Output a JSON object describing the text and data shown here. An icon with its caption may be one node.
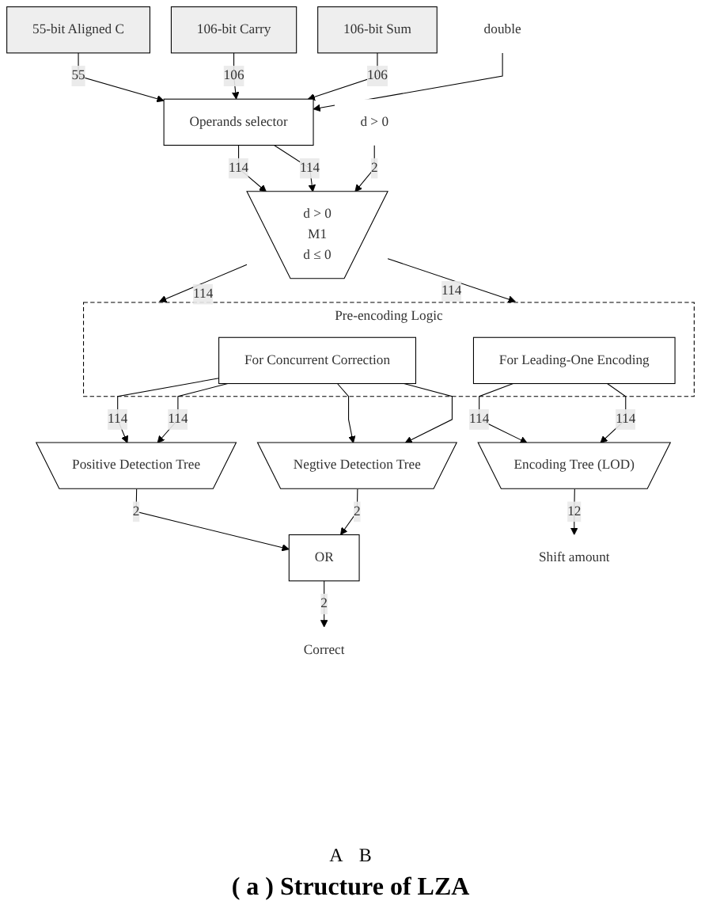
{
  "diagram": {
    "caption": "( a ) Structure of LZA",
    "nodes": [
      {
        "text": [
          "55-bit Aligned C"
        ]
      },
      {
        "text": [
          "106-bit Carry"
        ]
      },
      {
        "text": [
          "106-bit Sum"
        ]
      },
      {
        "text": [
          "double"
        ]
      },
      {
        "text": [
          "Operands selector"
        ]
      },
      {
        "text": [
          "d > 0"
        ]
      },
      {
        "text": [
          "d > 0",
          "M1",
          "d ≤ 0"
        ]
      },
      {
        "text": [
          "Pre-encoding Logic"
        ]
      },
      {
        "text": [
          "For Concurrent Correction"
        ],
        "in": 7
      },
      {
        "text": [
          "For Leading-One Encoding"
        ],
        "in": 7
      },
      {
        "text": [
          "Positive Detection Tree"
        ]
      },
      {
        "text": [
          "Negtive Detection Tree"
        ]
      },
      {
        "text": [
          "Encoding Tree (LOD)"
        ]
      },
      {
        "text": [
          "OR"
        ]
      },
      {
        "text": [
          "Correct"
        ]
      },
      {
        "text": [
          "Shift amount"
        ]
      }
    ],
    "edges": [
      {
        "from": 0,
        "to": 4,
        "arrow": "to",
        "label": "55"
      },
      {
        "from": 1,
        "to": 4,
        "arrow": "to",
        "label": "106"
      },
      {
        "from": 2,
        "to": 4,
        "arrow": "to",
        "label": "106"
      },
      {
        "from": 3,
        "to": 4,
        "arrow": "to"
      },
      {
        "from": 4,
        "to": 6,
        "arrow": "to",
        "label": "114"
      },
      {
        "from": 4,
        "to": 6,
        "arrow": "to",
        "label": "114"
      },
      {
        "from": 5,
        "to": 6,
        "arrow": "to",
        "label": "2"
      },
      {
        "from": 6,
        "to": 7,
        "arrow": "to",
        "label": "114"
      },
      {
        "from": 6,
        "to": 7,
        "arrow": "to",
        "label": "114"
      },
      {
        "from": 8,
        "to": 10,
        "arrow": "to",
        "label": "114"
      },
      {
        "from": 8,
        "to": 11,
        "arrow": "to"
      },
      {
        "from": 8,
        "to": 10,
        "arrow": "to",
        "label": "114"
      },
      {
        "from": 8,
        "to": 11,
        "arrow": "to"
      },
      {
        "from": 9,
        "to": 12,
        "arrow": "to",
        "label": "114"
      },
      {
        "from": 9,
        "to": 12,
        "arrow": "to",
        "label": "114"
      },
      {
        "from": 10,
        "to": 13,
        "arrow": "to",
        "label": "2"
      },
      {
        "from": 11,
        "to": 13,
        "arrow": "to",
        "label": "2"
      },
      {
        "from": 13,
        "to": 14,
        "arrow": "to",
        "label": "2"
      },
      {
        "from": 12,
        "to": 15,
        "arrow": "to",
        "label": "12"
      }
    ],
    "labels": [
      "A",
      "B"
    ]
  }
}
